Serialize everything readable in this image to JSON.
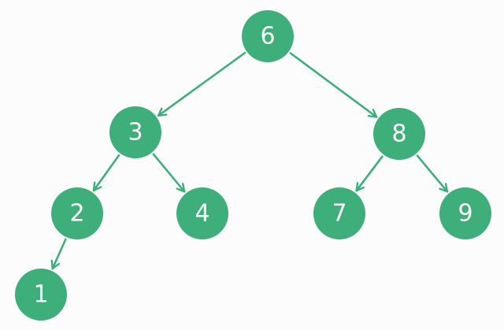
{
  "tree": {
    "nodes": [
      {
        "id": "n6",
        "label": "6"
      },
      {
        "id": "n3",
        "label": "3"
      },
      {
        "id": "n8",
        "label": "8"
      },
      {
        "id": "n2",
        "label": "2"
      },
      {
        "id": "n4",
        "label": "4"
      },
      {
        "id": "n7",
        "label": "7"
      },
      {
        "id": "n9",
        "label": "9"
      },
      {
        "id": "n1",
        "label": "1"
      }
    ],
    "edges": [
      {
        "from": "n6",
        "to": "n3"
      },
      {
        "from": "n6",
        "to": "n8"
      },
      {
        "from": "n3",
        "to": "n2"
      },
      {
        "from": "n3",
        "to": "n4"
      },
      {
        "from": "n8",
        "to": "n7"
      },
      {
        "from": "n8",
        "to": "n9"
      },
      {
        "from": "n2",
        "to": "n1"
      }
    ],
    "colors": {
      "node_fill": "#3eae7b",
      "edge": "#3eae7b",
      "label": "#ffffff",
      "background": "#fdfcfd"
    }
  }
}
